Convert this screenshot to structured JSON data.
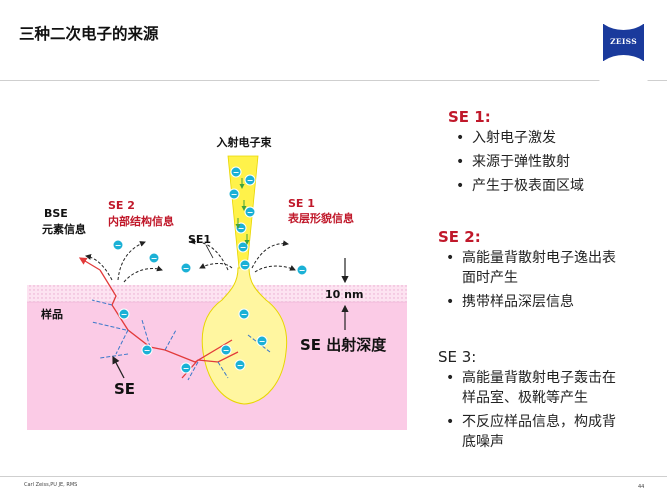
{
  "title": "三种二次电子的来源",
  "logo": {
    "text": "ZEISS",
    "color": "#1a3a9c"
  },
  "diagram": {
    "incident_beam_label": "入射电子束",
    "se1_label": "SE 1",
    "se1_desc": "表层形貌信息",
    "se2_label": "SE 2",
    "se2_desc": "内部结构信息",
    "bse_label": "BSE",
    "bse_desc": "元素信息",
    "se1_small_label": "SE1",
    "depth_label": "10 nm",
    "sample_label": "样品",
    "escape_depth_label": "SE 出射深度",
    "se_label": "SE",
    "electron_symbol": "−",
    "colors": {
      "sample": "#fbcbe6",
      "surface_layer": "#fde3f1",
      "beam": "#fff24a",
      "interaction_volume": "#fff6a0",
      "electron": "#1bb1d6",
      "red_text": "#c0182a",
      "path_red": "#e23a3a",
      "path_blue": "#3a78c9"
    }
  },
  "notes": {
    "se1": {
      "head": "SE 1:",
      "items": [
        "入射电子激发",
        "来源于弹性散射",
        "产生于极表面区域"
      ]
    },
    "se2": {
      "head": "SE 2:",
      "items": [
        "高能量背散射电子逸出表面时产生",
        "携带样品深层信息"
      ]
    },
    "se3": {
      "head": "SE 3:",
      "items": [
        "高能量背散射电子轰击在样品室、极靴等产生",
        "不反应样品信息，构成背底噪声"
      ]
    }
  },
  "footer": {
    "text": "Carl Zeiss,PU JE, RMS",
    "page": "44"
  }
}
